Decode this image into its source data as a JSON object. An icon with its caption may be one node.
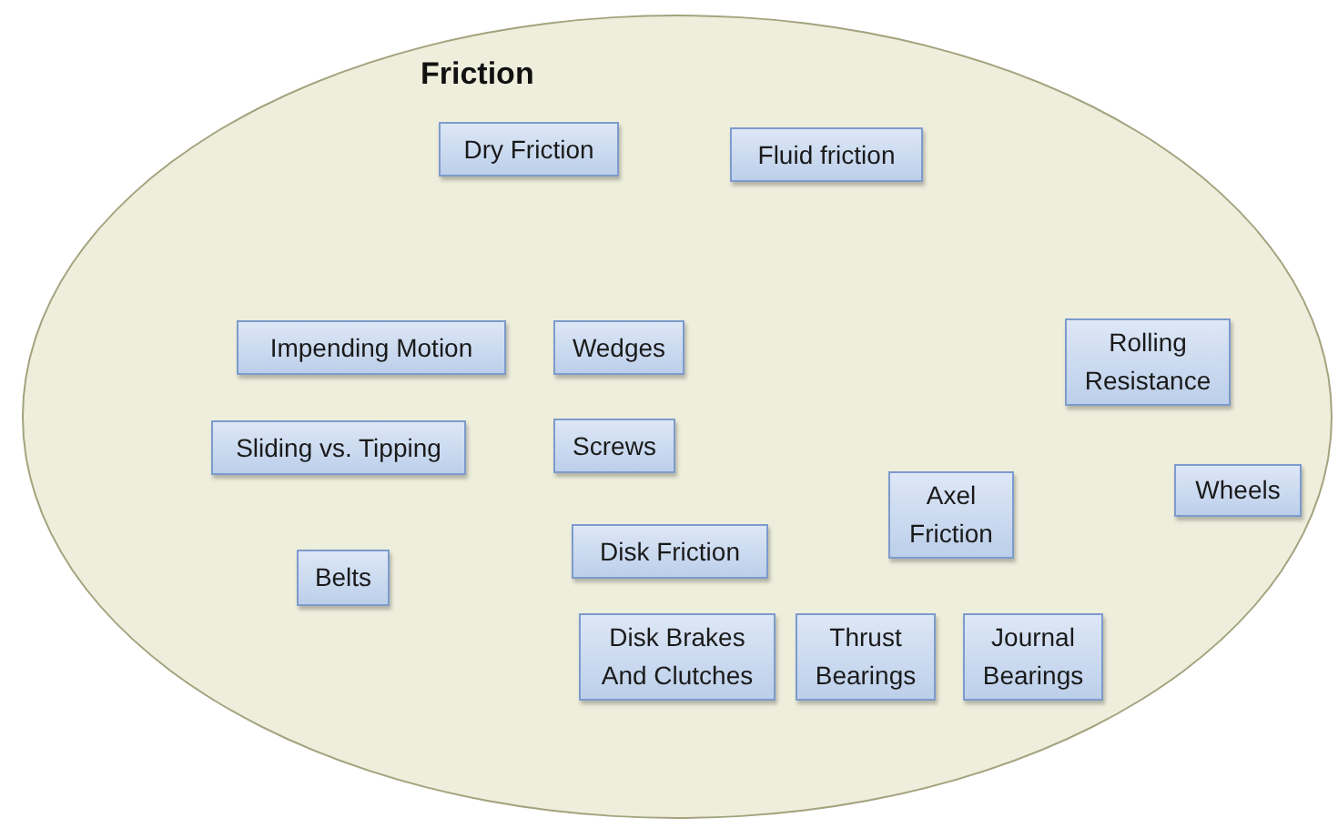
{
  "diagram": {
    "nodes": [
      {
        "text": [
          "Friction"
        ]
      },
      {
        "text": [
          "Dry Friction"
        ],
        "in": 0
      },
      {
        "text": [
          "Fluid friction"
        ],
        "in": 0
      },
      {
        "text": [
          "Impending Motion"
        ],
        "in": 0
      },
      {
        "text": [
          "Wedges"
        ],
        "in": 0
      },
      {
        "text": [
          "Rolling Resistance"
        ],
        "in": 0
      },
      {
        "text": [
          "Sliding vs. Tipping"
        ],
        "in": 0
      },
      {
        "text": [
          "Screws"
        ],
        "in": 0
      },
      {
        "text": [
          "Wheels"
        ],
        "in": 0
      },
      {
        "text": [
          "Axel Friction"
        ],
        "in": 0
      },
      {
        "text": [
          "Disk Friction"
        ],
        "in": 0
      },
      {
        "text": [
          "Belts"
        ],
        "in": 0
      },
      {
        "text": [
          "Disk Brakes And Clutches"
        ],
        "in": 0
      },
      {
        "text": [
          "Thrust Bearings"
        ],
        "in": 0
      },
      {
        "text": [
          "Journal Bearings"
        ],
        "in": 0
      }
    ]
  }
}
